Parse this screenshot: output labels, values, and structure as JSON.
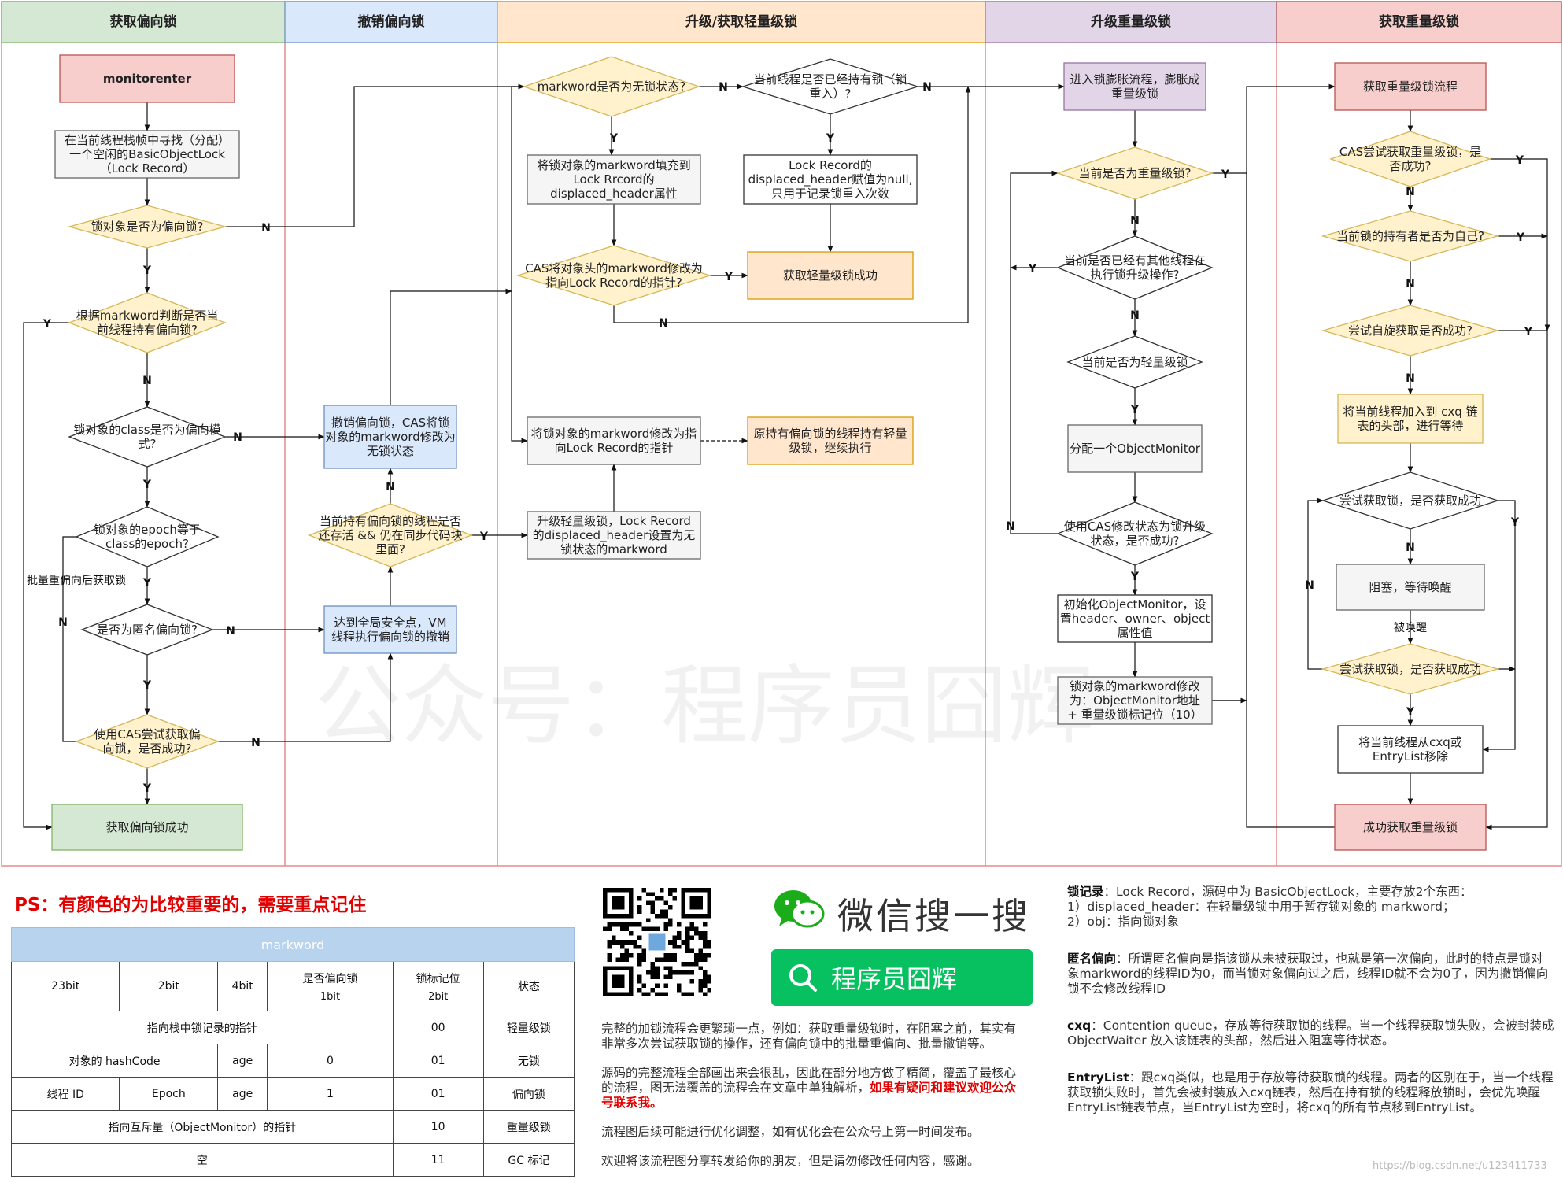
{
  "lanes": [
    "获取偏向锁",
    "撤销偏向锁",
    "升级/获取轻量级锁",
    "升级重量级锁",
    "获取重量级锁"
  ],
  "nodes": {
    "monitorenter": "monitorenter",
    "find_lock_record": "在当前线程栈帧中寻找（分配）\n一个空闲的BasicObjectLock\n（Lock Record）",
    "is_biased": "锁对象是否为偏向锁?",
    "mw_holds_biased": "根据markword判断是否当\n前线程持有偏向锁?",
    "class_biased_mode": "锁对象的class是否为偏向模\n式?",
    "epoch_equal": "锁对象的epoch等于\nclass的epoch?",
    "is_anonymous": "是否为匿名偏向锁?",
    "cas_biased": "使用CAS尝试获取偏\n向锁，是否成功?",
    "biased_success": "获取偏向锁成功",
    "revoke_cas": "撤销偏向锁，CAS将锁\n对象的markword修改为\n无锁状态",
    "owner_alive": "当前持有偏向锁的线程是否\n还存活 && 仍在同步代码块\n里面?",
    "safepoint": "达到全局安全点，VM\n线程执行偏向锁的撤销",
    "mw_unlocked": "markword是否为无锁状态?",
    "holds_lock": "当前线程是否已经持有锁（锁\n重入）?",
    "fill_lock_record": "将锁对象的markword填充到\nLock Rrcord的\ndisplaced_header属性",
    "lock_record_null": "Lock Record的\ndisplaced_header赋值为null,\n只用于记录锁重入次数",
    "cas_markword": "CAS将对象头的markword修改为\n指向Lock Record的指针?",
    "light_success": "获取轻量级锁成功",
    "set_pointer": "将锁对象的markword修改为指\n向Lock Record的指针",
    "owner_holds_light": "原持有偏向锁的线程持有轻量\n级锁，继续执行",
    "upgrade_light": "升级轻量级锁，Lock Record\n的displaced_header设置为无\n锁状态的markword",
    "inflate": "进入锁膨胀流程，膨胀成\n重量级锁",
    "is_heavy": "当前是否为重量级锁?",
    "other_upgrading": "当前是否已经有其他线程在\n执行锁升级操作?",
    "is_light": "当前是否为轻量级锁",
    "alloc_monitor": "分配一个ObjectMonitor",
    "cas_inflating": "使用CAS修改状态为锁升级\n状态，是否成功?",
    "init_monitor": "初始化ObjectMonitor，设\n置header、owner、object\n属性值",
    "set_heavy_mw": "锁对象的markword修改\n为：ObjectMonitor地址\n+ 重量级锁标记位（10）",
    "heavy_flow": "获取重量级锁流程",
    "cas_heavy": "CAS尝试获取重量级锁，是\n否成功?",
    "owner_self": "当前锁的持有者是否为自己?",
    "spin": "尝试自旋获取是否成功?",
    "add_cxq": "将当前线程加入到 cxq 链\n表的头部，进行等待",
    "try_acquire1": "尝试获取锁，是否获取成功",
    "block_wait": "阻塞，等待唤醒",
    "try_acquire2": "尝试获取锁，是否获取成功",
    "remove_entry": "将当前线程从cxq或\nEntryList移除",
    "heavy_success": "成功获取重量级锁"
  },
  "edge_labels": {
    "yes": "Y",
    "no": "N",
    "bulk_rebias": "批量重偏向后获取锁",
    "woken": "被唤醒"
  },
  "watermark": "公众号：程序员囧辉",
  "ps": "PS：有颜色的为比较重要的，需要重点记住",
  "markword_table": {
    "title": "markword",
    "headers": [
      {
        "text": "23bit",
        "sub": ""
      },
      {
        "text": "2bit",
        "sub": ""
      },
      {
        "text": "4bit",
        "sub": ""
      },
      {
        "text": "是否偏向锁",
        "sub": "1bit"
      },
      {
        "text": "锁标记位",
        "sub": "2bit"
      },
      {
        "text": "状态",
        "sub": ""
      }
    ],
    "rows": [
      {
        "content": "指向栈中锁记录的指针",
        "flag": "00",
        "state": "轻量级锁"
      },
      {
        "c1": "对象的 hashCode",
        "c2": "age",
        "c3": "0",
        "flag": "01",
        "state": "无锁"
      },
      {
        "c1": "线程 ID",
        "c1b": "Epoch",
        "c2": "age",
        "c3": "1",
        "flag": "01",
        "state": "偏向锁"
      },
      {
        "content": "指向互斥量（ObjectMonitor）的指针",
        "flag": "10",
        "state": "重量级锁"
      },
      {
        "content": "空",
        "flag": "11",
        "state": "GC 标记"
      }
    ]
  },
  "wechat": {
    "search_title": "微信搜一搜",
    "account_name": "程序员囧辉"
  },
  "notes": {
    "p1": "完整的加锁流程会更繁琐一点，例如：获取重量级锁时，在阻塞之前，其实有非常多次尝试获取锁的操作，还有偏向锁中的批量重偏向、批量撤销等。",
    "p2": "源码的完整流程全部画出来会很乱，因此在部分地方做了精简，覆盖了最核心的流程，图无法覆盖的流程会在文章中单独解析，",
    "p2_red": "如果有疑问和建议欢迎公众号联系我。",
    "p3": "流程图后续可能进行优化调整，如有优化会在公众号上第一时间发布。",
    "p4": "欢迎将该流程图分享转发给你的朋友，但是请勿修改任何内容，感谢。"
  },
  "definitions": [
    {
      "term": "锁记录",
      "sep": "：",
      "body": "Lock Record，源码中为 BasicObjectLock，主要存放2个东西：\n1）displaced_header：在轻量级锁中用于暂存锁对象的 markword；\n2）obj：指向锁对象"
    },
    {
      "term": "匿名偏向",
      "sep": "：",
      "body": "所谓匿名偏向是指该锁从未被获取过，也就是第一次偏向，此时的特点是锁对象markword的线程ID为0，而当锁对象偏向过之后，线程ID就不会为0了，因为撤销偏向锁不会修改线程ID"
    },
    {
      "term": "cxq",
      "sep": "：",
      "body": "Contention queue，存放等待获取锁的线程。当一个线程获取锁失败，会被封装成 ObjectWaiter 放入该链表的头部，然后进入阻塞等待状态。"
    },
    {
      "term": "EntryList",
      "sep": "：",
      "body": "跟cxq类似，也是用于存放等待获取锁的线程。两者的区别在于，当一个线程获取锁失败时，首先会被封装放入cxq链表，然后在持有锁的线程释放锁时，会优先唤醒EntryList链表节点，当EntryList为空时，将cxq的所有节点移到EntryList。"
    }
  ],
  "credit": "https://blog.csdn.net/u123411733",
  "colors": {
    "red_fill": "#f8cecc",
    "red_stroke": "#b85450",
    "green_fill": "#d5e8d4",
    "green_stroke": "#82b366",
    "blue_fill": "#dae8fc",
    "blue_stroke": "#6c8ebf",
    "yellow_fill": "#fff2cc",
    "yellow_stroke": "#d6b656",
    "orange_fill": "#ffe6cc",
    "orange_stroke": "#d79b00",
    "purple_fill": "#e1d5e7",
    "purple_stroke": "#9673a6",
    "gray_fill": "#f5f5f5",
    "gray_stroke": "#666666",
    "wechat_green": "#07c160"
  }
}
